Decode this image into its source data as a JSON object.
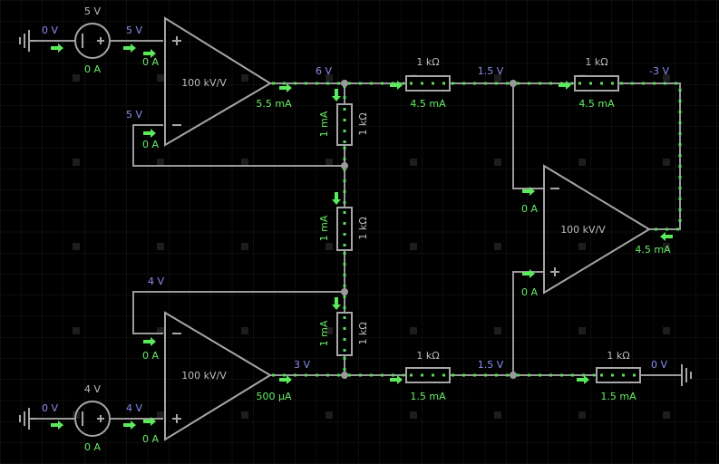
{
  "colors": {
    "background": "#000000",
    "grid": "#1e1e1e",
    "wire": "#9a9a9a",
    "voltage_label": "#8c8cf0",
    "current_label": "#66ee66",
    "component_label": "#bdbdbd"
  },
  "sources": {
    "top": {
      "value": "5 V",
      "neg_node": "0 V",
      "pos_node": "5 V",
      "current": "0 A"
    },
    "bottom": {
      "value": "4 V",
      "neg_node": "0 V",
      "pos_node": "4 V",
      "current": "0 A"
    }
  },
  "opamps": {
    "top": {
      "gain": "100 kV/V",
      "in_plus_current": "0 A",
      "in_minus_voltage": "5 V",
      "in_minus_current": "0 A",
      "out_voltage": "6 V",
      "out_current": "5.5 mA"
    },
    "bottom": {
      "gain": "100 kV/V",
      "in_minus_voltage": "4 V",
      "in_minus_current": "0 A",
      "in_plus_current": "0 A",
      "out_voltage": "3 V",
      "out_current": "500 µA"
    },
    "right": {
      "gain": "100 kV/V",
      "in_minus_current": "0 A",
      "in_plus_current": "0 A",
      "out_current": "4.5 mA"
    }
  },
  "resistors": {
    "r_top_left": {
      "value": "1 kΩ",
      "current": "4.5 mA"
    },
    "r_top_right": {
      "value": "1 kΩ",
      "current": "4.5 mA"
    },
    "r_vert_1": {
      "value": "1 kΩ",
      "current": "1 mA"
    },
    "r_vert_2": {
      "value": "1 kΩ",
      "current": "1 mA"
    },
    "r_vert_3": {
      "value": "1 kΩ",
      "current": "1 mA"
    },
    "r_bot_left": {
      "value": "1 kΩ",
      "current": "1.5 mA"
    },
    "r_bot_right": {
      "value": "1 kΩ",
      "current": "1.5 mA"
    }
  },
  "nodes": {
    "top_mid": "1.5 V",
    "top_right": "-3 V",
    "bot_mid": "1.5 V",
    "bot_right": "0 V"
  }
}
